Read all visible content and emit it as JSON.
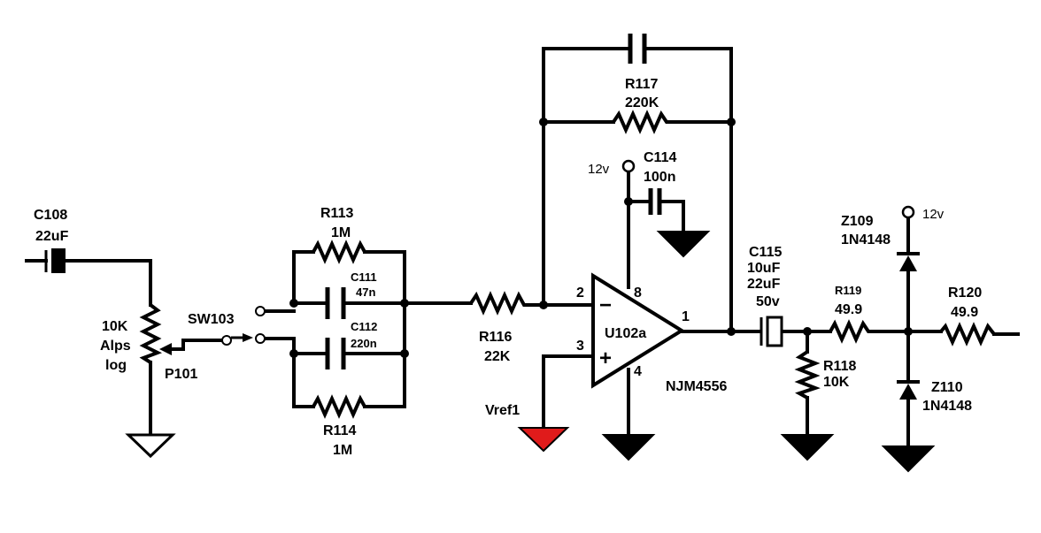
{
  "components": {
    "c108": {
      "ref": "C108",
      "value": "22uF"
    },
    "p101": {
      "ref": "P101",
      "v1": "10K",
      "v2": "Alps",
      "v3": "log"
    },
    "sw103": {
      "ref": "SW103"
    },
    "r113": {
      "ref": "R113",
      "value": "1M"
    },
    "c111": {
      "ref": "C111",
      "value": "47n"
    },
    "c112": {
      "ref": "C112",
      "value": "220n"
    },
    "r114": {
      "ref": "R114",
      "value": "1M"
    },
    "r116": {
      "ref": "R116",
      "value": "22K"
    },
    "r117": {
      "ref": "R117",
      "value": "220K"
    },
    "c114": {
      "ref": "C114",
      "value": "100n",
      "rail": "12v"
    },
    "u102a": {
      "ref": "U102a",
      "part": "NJM4556",
      "pin_inv": "2",
      "pin_noninv": "3",
      "pin_out": "1",
      "pin_vcc": "8",
      "pin_gnd": "4",
      "minus": "−",
      "plus": "+"
    },
    "vref1": {
      "ref": "Vref1",
      "color": "#e01b1b"
    },
    "c115": {
      "ref": "C115",
      "v1": "10uF",
      "v2": "22uF",
      "v3": "50v"
    },
    "r119": {
      "ref": "R119",
      "value": "49.9"
    },
    "r118": {
      "ref": "R118",
      "value": "10K"
    },
    "r120": {
      "ref": "R120",
      "value": "49.9"
    },
    "z109": {
      "ref": "Z109",
      "value": "1N4148",
      "rail": "12v"
    },
    "z110": {
      "ref": "Z110",
      "value": "1N4148"
    }
  }
}
